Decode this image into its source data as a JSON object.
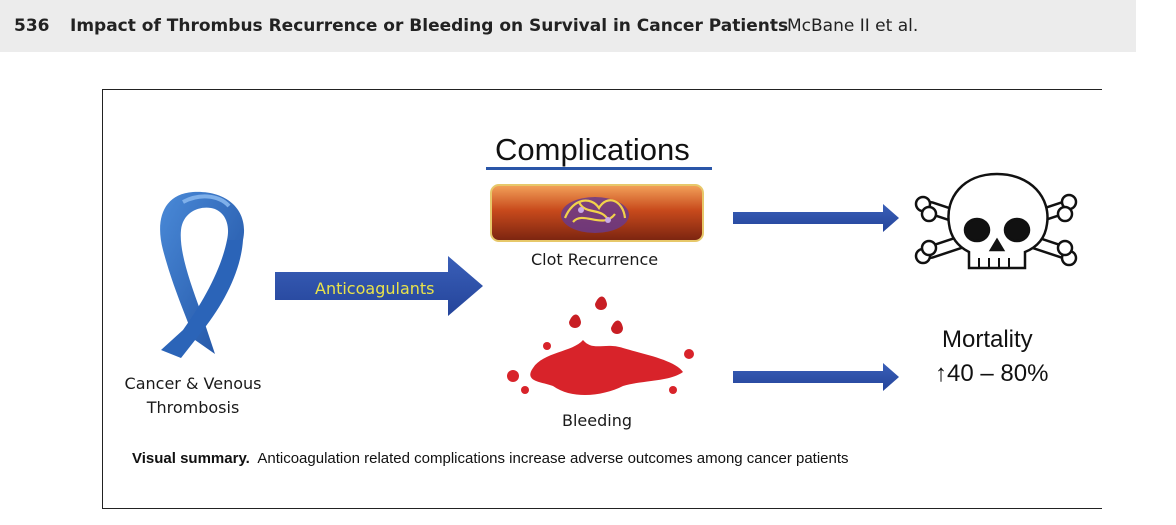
{
  "header": {
    "page_number": "536",
    "title": "Impact of Thrombus Recurrence or Bleeding on Survival in Cancer Patients",
    "authors": "McBane II et al."
  },
  "figure": {
    "heading": "Complications",
    "cancer_label": "Cancer & Venous Thrombosis",
    "arrow_label": "Anticoagulants",
    "clot_label": "Clot Recurrence",
    "bleeding_label": "Bleeding",
    "outcome_label": "Mortality",
    "outcome_arrow": "↑",
    "outcome_range": "40 – 80%",
    "caption_bold": "Visual summary.",
    "caption_text": "Anticoagulation related complications increase adverse outcomes among cancer patients",
    "colors": {
      "arrow_blue": "#2a4fa6",
      "ribbon_blue": "#2f6fc4",
      "blood_red": "#d8232a",
      "vessel_orange": "#c8501e"
    },
    "icons": [
      "awareness-ribbon-icon",
      "blood-vessel-clot-icon",
      "blood-splatter-icon",
      "skull-crossbones-icon"
    ]
  }
}
